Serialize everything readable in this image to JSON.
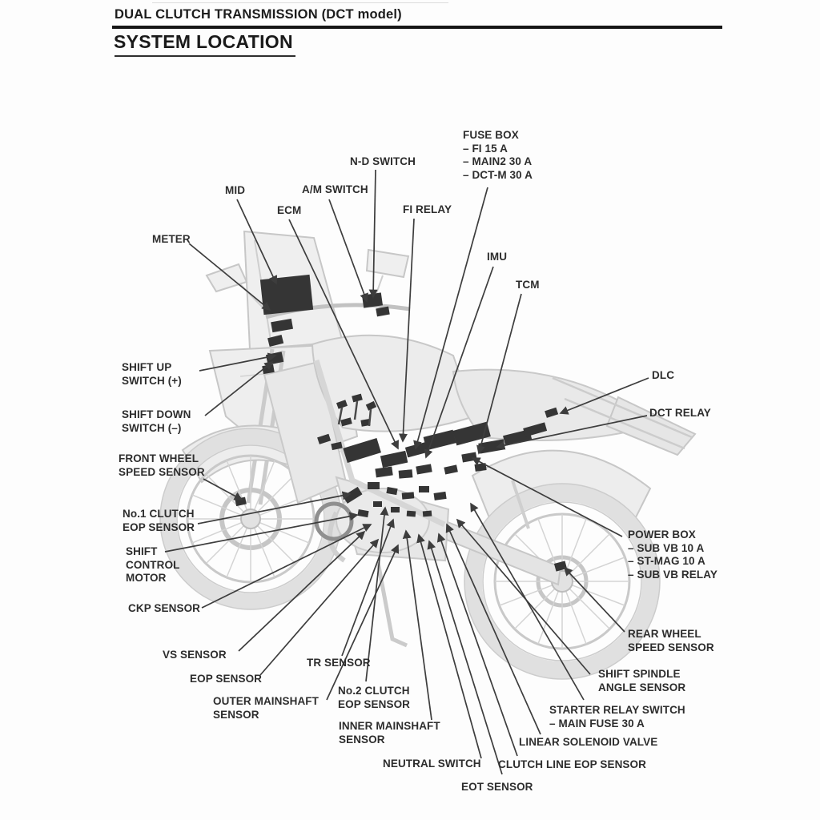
{
  "page": {
    "header_title": "DUAL CLUTCH TRANSMISSION (DCT model)",
    "page_title": "SYSTEM LOCATION"
  },
  "labels": {
    "meter": "METER",
    "mid": "MID",
    "ecm": "ECM",
    "am_switch": "A/M SWITCH",
    "nd_switch": "N-D SWITCH",
    "fi_relay": "FI RELAY",
    "fuse_box": "FUSE BOX\n– FI 15 A\n– MAIN2 30 A\n– DCT-M 30 A",
    "imu": "IMU",
    "tcm": "TCM",
    "dlc": "DLC",
    "dct_relay": "DCT RELAY",
    "shift_up_switch": "SHIFT UP\nSWITCH (+)",
    "shift_down_switch": "SHIFT DOWN\nSWITCH (–)",
    "front_wheel_speed_sensor": "FRONT WHEEL\nSPEED SENSOR",
    "no1_clutch_eop_sensor": "No.1 CLUTCH\nEOP SENSOR",
    "shift_control_motor": "SHIFT\nCONTROL\nMOTOR",
    "ckp_sensor": "CKP SENSOR",
    "vs_sensor": "VS SENSOR",
    "eop_sensor": "EOP SENSOR",
    "outer_mainshaft_sensor": "OUTER MAINSHAFT\nSENSOR",
    "tr_sensor": "TR SENSOR",
    "no2_clutch_eop_sensor": "No.2 CLUTCH\nEOP SENSOR",
    "inner_mainshaft_sensor": "INNER MAINSHAFT\nSENSOR",
    "neutral_switch": "NEUTRAL SWITCH",
    "eot_sensor": "EOT SENSOR",
    "clutch_line_eop_sensor": "CLUTCH LINE EOP SENSOR",
    "linear_solenoid_valve": "LINEAR SOLENOID VALVE",
    "starter_relay_switch": "STARTER RELAY SWITCH\n– MAIN FUSE 30 A",
    "shift_spindle_angle_sensor": "SHIFT SPINDLE\nANGLE SENSOR",
    "rear_wheel_speed_sensor": "REAR WHEEL\nSPEED SENSOR",
    "power_box": "POWER BOX\n– SUB VB 10 A\n– ST-MAG 10 A\n– SUB VB RELAY"
  },
  "colors": {
    "text": "#2d2d2d",
    "leader_line": "#3d3d3d",
    "component_dark": "#353535",
    "bike_line": "#c7c7c7",
    "bike_fill": "#ececec"
  }
}
